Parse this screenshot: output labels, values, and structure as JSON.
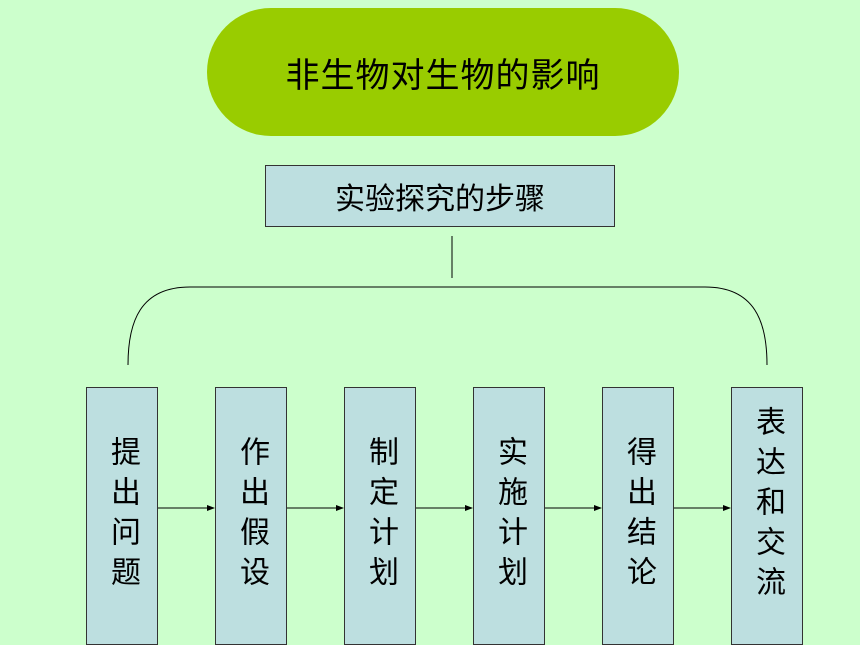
{
  "title": "非生物对生物的影响",
  "subtitle": "实验探究的步骤",
  "steps": [
    {
      "label": "提出问题"
    },
    {
      "label": "作出假设"
    },
    {
      "label": "制定计划"
    },
    {
      "label": "实施计划"
    },
    {
      "label": "得出结论"
    },
    {
      "label": "表达和交流"
    }
  ],
  "colors": {
    "background": "#ccffcc",
    "title_fill": "#99cc00",
    "box_fill": "#bddfe0",
    "line": "#000000"
  }
}
